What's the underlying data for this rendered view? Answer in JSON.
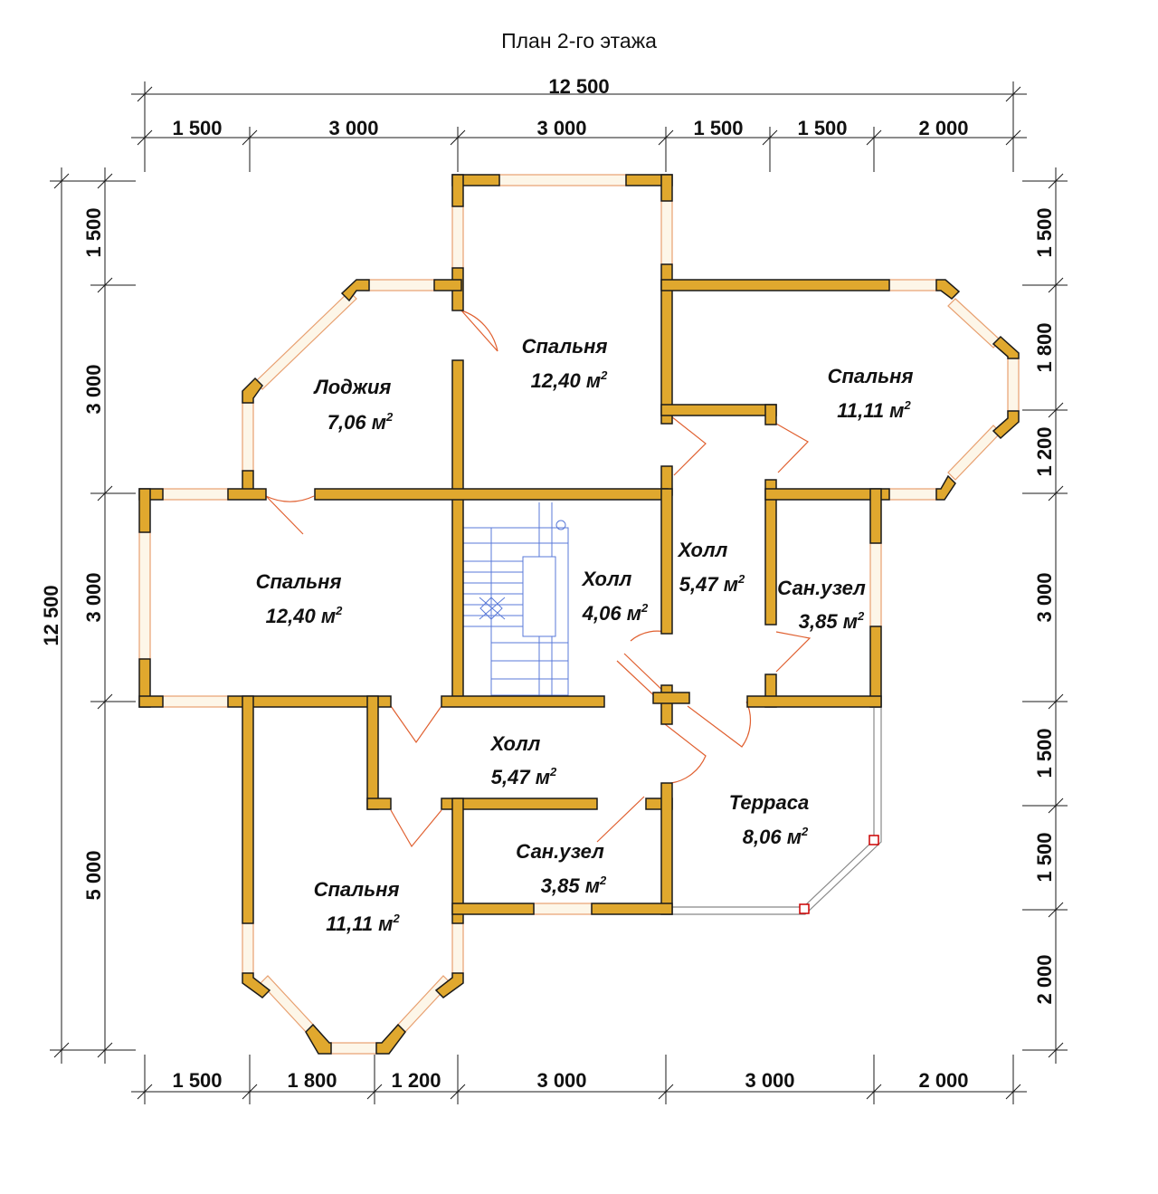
{
  "title": "План 2-го этажа",
  "dimensions": {
    "total_top": "12 500",
    "top": [
      "1 500",
      "3 000",
      "3 000",
      "1 500",
      "1 500",
      "2 000"
    ],
    "bottom": [
      "1 500",
      "1 800",
      "1 200",
      "3 000",
      "3 000",
      "2 000"
    ],
    "total_left": "12 500",
    "left": [
      "1 500",
      "3 000",
      "3 000",
      "5 000"
    ],
    "right": [
      "1 500",
      "1 800",
      "1 200",
      "3 000",
      "1 500",
      "1 500",
      "2 000"
    ]
  },
  "rooms": [
    {
      "name": "Спальня",
      "area": "12,40 м",
      "sup": "2"
    },
    {
      "name": "Спальня",
      "area": "11,11 м",
      "sup": "2"
    },
    {
      "name": "Лоджия",
      "area": "7,06 м",
      "sup": "2"
    },
    {
      "name": "Спальня",
      "area": "12,40 м",
      "sup": "2"
    },
    {
      "name": "Холл",
      "area": "4,06 м",
      "sup": "2"
    },
    {
      "name": "Холл",
      "area": "5,47 м",
      "sup": "2"
    },
    {
      "name": "Сан.узел",
      "area": "3,85 м",
      "sup": "2"
    },
    {
      "name": "Холл",
      "area": "5,47 м",
      "sup": "2"
    },
    {
      "name": "Терраса",
      "area": "8,06 м",
      "sup": "2"
    },
    {
      "name": "Сан.узел",
      "area": "3,85 м",
      "sup": "2"
    },
    {
      "name": "Спальня",
      "area": "11,11 м",
      "sup": "2"
    }
  ],
  "colors": {
    "wall": "#e0a82e",
    "window": "#fdf6e8",
    "stair": "#5a7ad8",
    "door": "#e06030"
  }
}
